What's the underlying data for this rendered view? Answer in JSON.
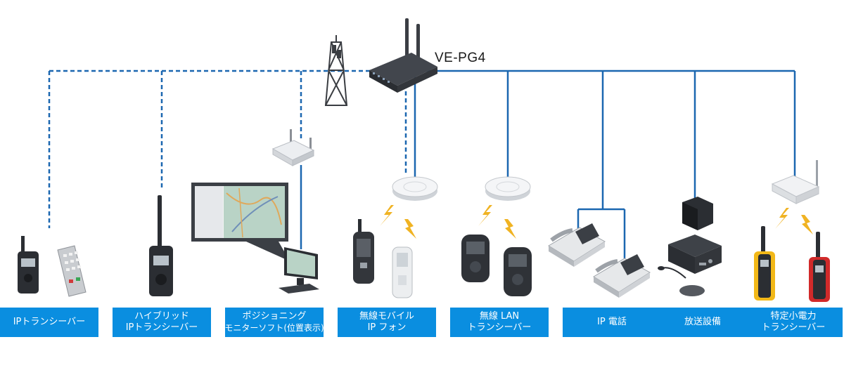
{
  "gateway": {
    "name": "VE-PG4"
  },
  "categories": [
    {
      "id": "ip-transceiver",
      "lines": [
        "IPトランシーバー"
      ]
    },
    {
      "id": "hybrid-ip-transceiver",
      "lines": [
        "ハイブリッド",
        "IPトランシーバー"
      ]
    },
    {
      "id": "positioning-monitor-software",
      "lines": [
        "ポジショニング",
        "モニターソフト(位置表示)"
      ]
    },
    {
      "id": "wireless-mobile-ip-phone",
      "lines": [
        "無線モバイル",
        "IP フォン"
      ]
    },
    {
      "id": "wireless-lan-transceiver",
      "lines": [
        "無線 LAN",
        "トランシーバー"
      ]
    },
    {
      "id": "ip-phone",
      "lines": [
        "IP 電話"
      ]
    },
    {
      "id": "broadcast-equipment",
      "lines": [
        "放送設備"
      ]
    },
    {
      "id": "specified-low-power-transceiver",
      "lines": [
        "特定小電力",
        "トランシーバー"
      ]
    }
  ],
  "colors": {
    "line": "#1b67b0",
    "label_bg": "#0a8ee0",
    "label_text": "#ffffff",
    "lightning": "#f0b323",
    "device_dark": "#2b2e33",
    "device_light": "#e8e9eb"
  }
}
